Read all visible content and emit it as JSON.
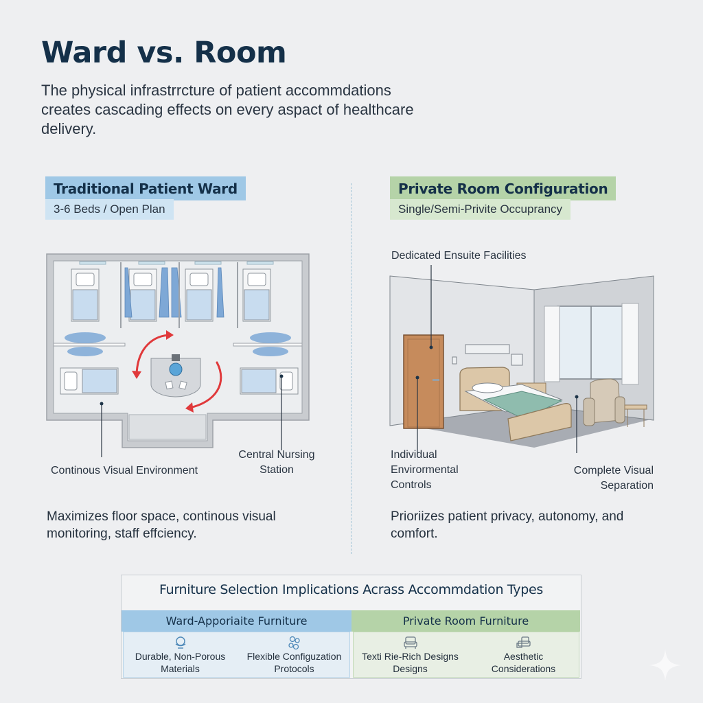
{
  "header": {
    "title": "Ward vs. Room",
    "subtitle": "The physical infrastrrcture of patient accommdations creates cascading effects on every aspact of healthcare delivery."
  },
  "ward": {
    "heading": "Traditional Patient Ward",
    "subheading": "3-6 Beds / Open Plan",
    "accent_color": "#9fc8e6",
    "labels": {
      "visual_environment": "Continous Visual Environment",
      "nursing_station_line1": "Central Nursing",
      "nursing_station_line2": "Station"
    },
    "description": "Maximizes floor space, continous visual monitoring, staff effciency.",
    "illustration": {
      "beds_top_row": 4,
      "beds_side": 2,
      "circulation_arrow_color": "#e0393b"
    }
  },
  "room": {
    "heading": "Private Room Configuration",
    "subheading": "Single/Semi-Privite Occuprancy",
    "accent_color": "#b5d3a8",
    "labels": {
      "ensuite": "Dedicated Ensuite Facilities",
      "controls_line1": "Individual",
      "controls_line2": "Envirormental",
      "controls_line3": "Controls",
      "separation_line1": "Complete Visual",
      "separation_line2": "Separation"
    },
    "description": "Prioriizes patient privacy, autonomy, and comfort."
  },
  "table": {
    "title": "Furniture Selection Implications Acrass Accommdation Types",
    "columns": [
      {
        "header": "Ward-Apporiaite Furniture",
        "color": "#9fc8e6",
        "items": [
          {
            "icon": "durable-material-icon",
            "line1": "Durable, Non-Porous",
            "line2": "Materials"
          },
          {
            "icon": "flexible-config-icon",
            "line1": "Flexible Configuzation",
            "line2": "Protocols"
          }
        ]
      },
      {
        "header": "Private Room Furniture",
        "color": "#b5d3a8",
        "items": [
          {
            "icon": "armchair-icon",
            "line1": "Texti Rie-Rich Designs",
            "line2": "Designs"
          },
          {
            "icon": "sofa-table-icon",
            "line1": "Aesthetic",
            "line2": "Considerations"
          }
        ]
      }
    ]
  }
}
